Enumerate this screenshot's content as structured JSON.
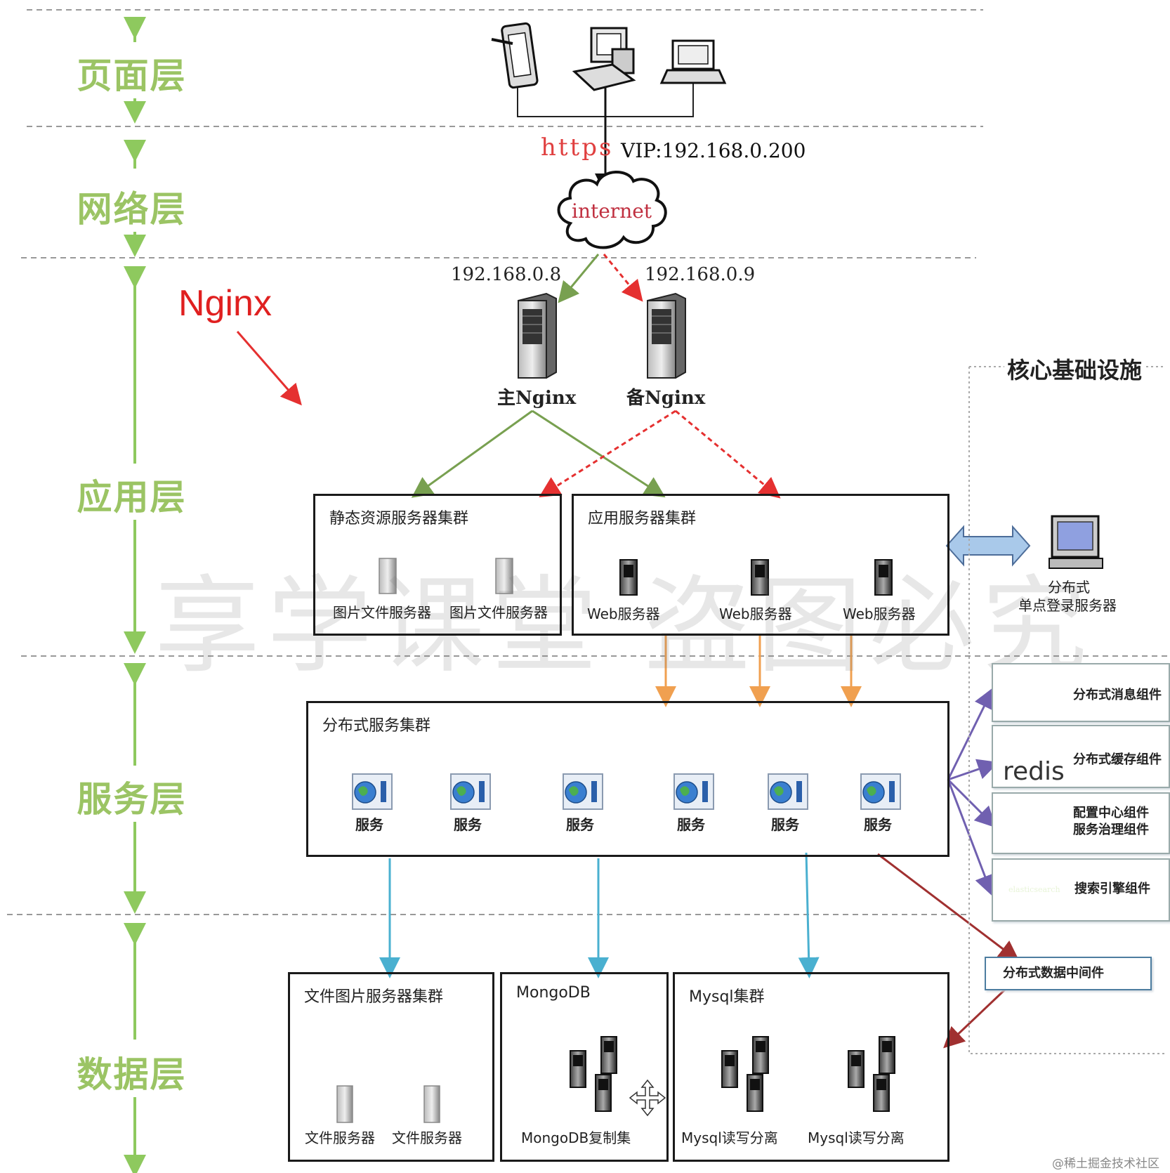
{
  "layers": [
    "页面层",
    "网络层",
    "应用层",
    "服务层",
    "数据层"
  ],
  "network": {
    "protocol": "https",
    "vip": "VIP:192.168.0.200",
    "cloud": "internet",
    "ip_master": "192.168.0.8",
    "ip_backup": "192.168.0.9",
    "master": "主Nginx",
    "backup": "备Nginx",
    "annotation": "Nginx"
  },
  "app_layer": {
    "static_cluster": {
      "title": "静态资源服务器集群",
      "servers": [
        "图片文件服务器",
        "图片文件服务器"
      ]
    },
    "app_cluster": {
      "title": "应用服务器集群",
      "servers": [
        "Web服务器",
        "Web服务器",
        "Web服务器"
      ]
    }
  },
  "sso": {
    "line1": "分布式",
    "line2": "单点登录服务器"
  },
  "infrastructure": {
    "title": "核心基础设施",
    "components": {
      "mq": "分布式消息组件",
      "cache": "分布式缓存组件",
      "config_line1": "配置中心组件",
      "config_line2": "服务治理组件",
      "search": "搜索引擎组件",
      "redis_logo": "redis",
      "es_logo": "elasticsearch"
    },
    "data_middleware": "分布式数据中间件"
  },
  "service_layer": {
    "title": "分布式服务集群",
    "services": [
      "服务",
      "服务",
      "服务",
      "服务",
      "服务",
      "服务"
    ]
  },
  "data_layer": {
    "file_cluster": {
      "title": "文件图片服务器集群",
      "servers": [
        "文件服务器",
        "文件服务器"
      ]
    },
    "mongodb": {
      "title": "MongoDB",
      "label": "MongoDB复制集"
    },
    "mysql": {
      "title": "Mysql集群",
      "labels": [
        "Mysql读写分离",
        "Mysql读写分离"
      ]
    }
  },
  "watermark": "享学课堂 盗图必究",
  "footer_credit": "@稀土掘金技术社区"
}
